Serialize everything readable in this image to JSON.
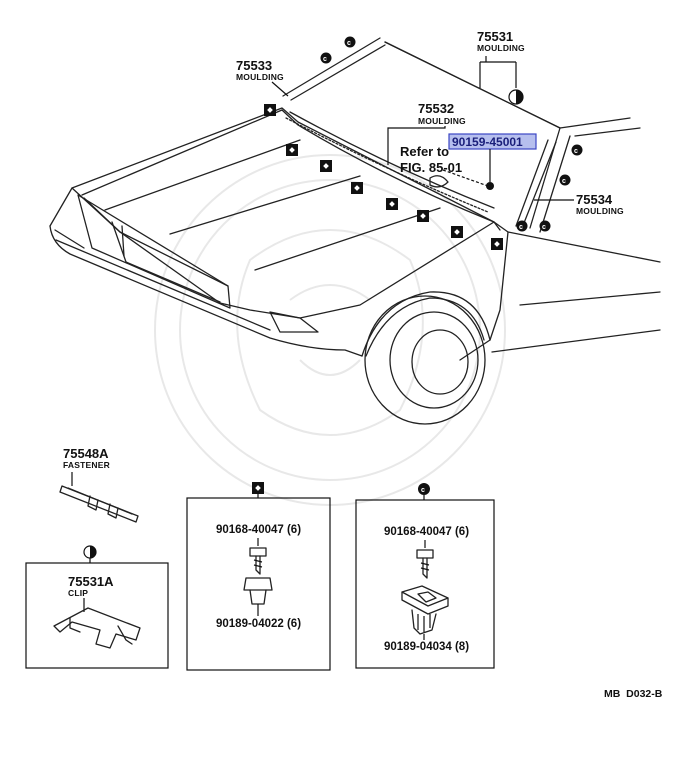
{
  "diagram": {
    "callouts": {
      "p75531": {
        "number": "75531",
        "name": "MOULDING"
      },
      "p75533": {
        "number": "75533",
        "name": "MOULDING"
      },
      "p75532": {
        "number": "75532",
        "name": "MOULDING"
      },
      "p75534": {
        "number": "75534",
        "name": "MOULDING"
      },
      "p75548a": {
        "number": "75548A",
        "name": "FASTENER"
      },
      "p75531a": {
        "number": "75531A",
        "name": "CLIP"
      }
    },
    "reference": {
      "line1": "Refer to",
      "line2": "FIG. 85-01"
    },
    "highlighted_part": {
      "number": "90159-45001",
      "color": "#3b46c4"
    },
    "box_diamond": {
      "screw": "90168-40047 (6)",
      "nut": "90189-04022 (6)"
    },
    "box_c": {
      "screw": "90168-40047 (6)",
      "nut": "90189-04034 (8)"
    },
    "code": "MB  D032-B"
  }
}
